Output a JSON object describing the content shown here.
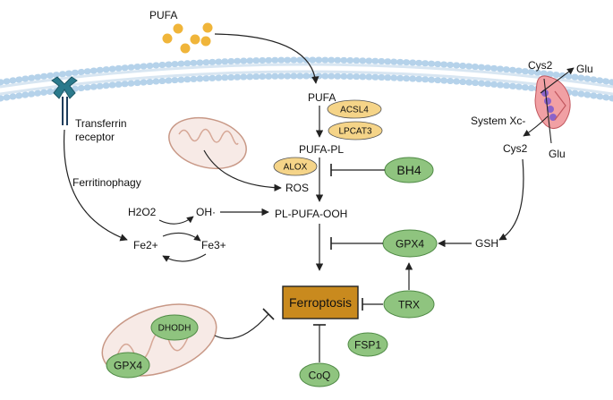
{
  "labels": {
    "pufa_outside": "PUFA",
    "pufa": "PUFA",
    "acsl4": "ACSL4",
    "lpcat3": "LPCAT3",
    "pufa_pl": "PUFA-PL",
    "alox": "ALOX",
    "bh4": "BH4",
    "ros": "ROS",
    "pl_pufa_ooh": "PL-PUFA-OOH",
    "transferrin_receptor_line1": "Transferrin",
    "transferrin_receptor_line2": "receptor",
    "ferritinophagy": "Ferritinophagy",
    "h2o2": "H2O2",
    "oh": "OH·",
    "fe2": "Fe2+",
    "fe3": "Fe3+",
    "gpx4_center": "GPX4",
    "gsh": "GSH",
    "ferroptosis": "Ferroptosis",
    "trx": "TRX",
    "fsp1": "FSP1",
    "coq": "CoQ",
    "dhodh": "DHODH",
    "gpx4_mito": "GPX4",
    "system_xc": "System Xc-",
    "cys2_top": "Cys2",
    "glu_top": "Glu",
    "cys2_bottom": "Cys2",
    "glu_bottom": "Glu"
  },
  "colors": {
    "enzyme_yellow": "#f5d488",
    "regulator_green": "#8fc47f",
    "ferroptosis_box": "#c98a1e",
    "membrane_head": "#b5d2ea",
    "pufa_dot": "#f0b53a",
    "transporter": "#f1a0a4",
    "transporter_ball": "#8b63c9"
  }
}
